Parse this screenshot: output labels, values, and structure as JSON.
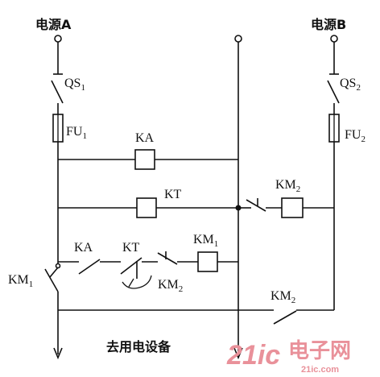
{
  "sources": {
    "a": "电源A",
    "b": "电源B"
  },
  "labels": {
    "qs1": "QS",
    "qs1_sub": "1",
    "qs2": "QS",
    "qs2_sub": "2",
    "fu1": "FU",
    "fu1_sub": "1",
    "fu2": "FU",
    "fu2_sub": "2",
    "ka_coil": "KA",
    "kt_coil": "KT",
    "km2_coil": "KM",
    "km2_coil_sub": "2",
    "ka_contact": "KA",
    "kt_contact": "KT",
    "km1_coil": "KM",
    "km1_coil_sub": "1",
    "km2_contact_low": "KM",
    "km2_contact_low_sub": "2",
    "km1_main": "KM",
    "km1_main_sub": "1",
    "km2_main": "KM",
    "km2_main_sub": "2"
  },
  "load": "去用电设备",
  "watermark": {
    "num": "21ic",
    "cn": "电子网",
    "domain": "21ic.com"
  }
}
